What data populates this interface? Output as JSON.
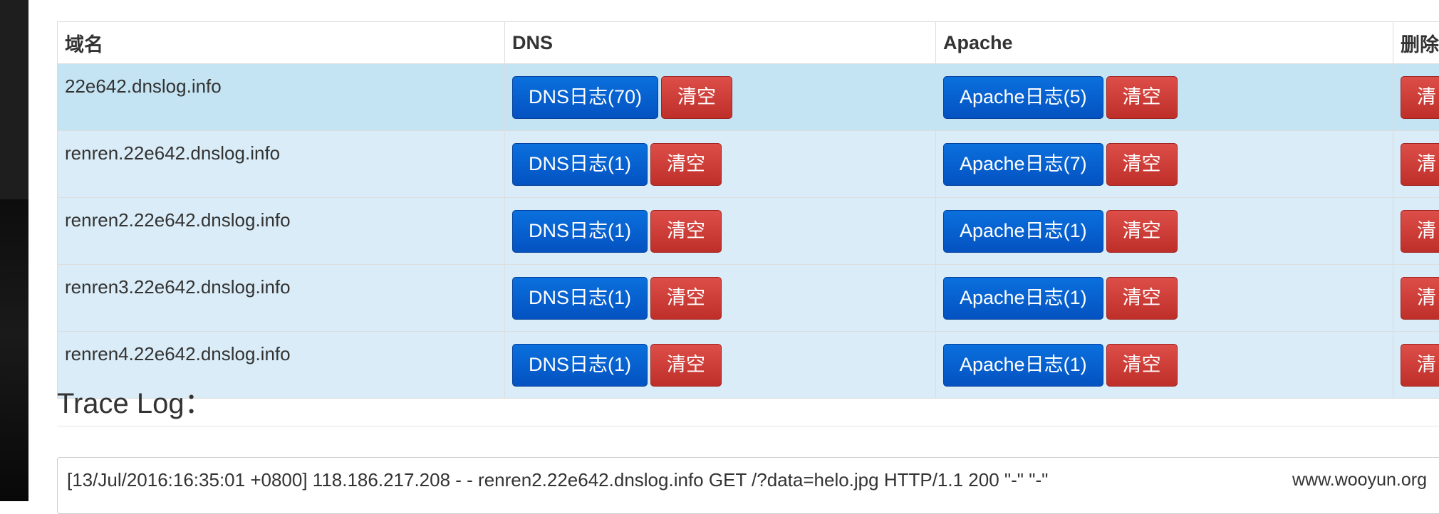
{
  "table": {
    "headers": {
      "domain": "域名",
      "dns": "DNS",
      "apache": "Apache",
      "delete": "删除"
    },
    "rows": [
      {
        "domain": "22e642.dnslog.info",
        "dns_button": "DNS日志(70)",
        "dns_clear": "清空",
        "apache_button": "Apache日志(5)",
        "apache_clear": "清空",
        "delete_button": "清"
      },
      {
        "domain": "renren.22e642.dnslog.info",
        "dns_button": "DNS日志(1)",
        "dns_clear": "清空",
        "apache_button": "Apache日志(7)",
        "apache_clear": "清空",
        "delete_button": "清"
      },
      {
        "domain": "renren2.22e642.dnslog.info",
        "dns_button": "DNS日志(1)",
        "dns_clear": "清空",
        "apache_button": "Apache日志(1)",
        "apache_clear": "清空",
        "delete_button": "清"
      },
      {
        "domain": "renren3.22e642.dnslog.info",
        "dns_button": "DNS日志(1)",
        "dns_clear": "清空",
        "apache_button": "Apache日志(1)",
        "apache_clear": "清空",
        "delete_button": "清"
      },
      {
        "domain": "renren4.22e642.dnslog.info",
        "dns_button": "DNS日志(1)",
        "dns_clear": "清空",
        "apache_button": "Apache日志(1)",
        "apache_clear": "清空",
        "delete_button": "清"
      }
    ]
  },
  "trace": {
    "title": "Trace Log：",
    "entries": [
      "[13/Jul/2016:16:35:01 +0800] 118.186.217.208 - - renren2.22e642.dnslog.info GET /?data=helo.jpg HTTP/1.1 200 \"-\" \"-\""
    ]
  },
  "watermark": "www.wooyun.org",
  "colors": {
    "primary_button": "#0a5fd3",
    "danger_button": "#d13d38",
    "row_background": "#d9ecf7",
    "active_row_background": "#c4e3f3"
  }
}
